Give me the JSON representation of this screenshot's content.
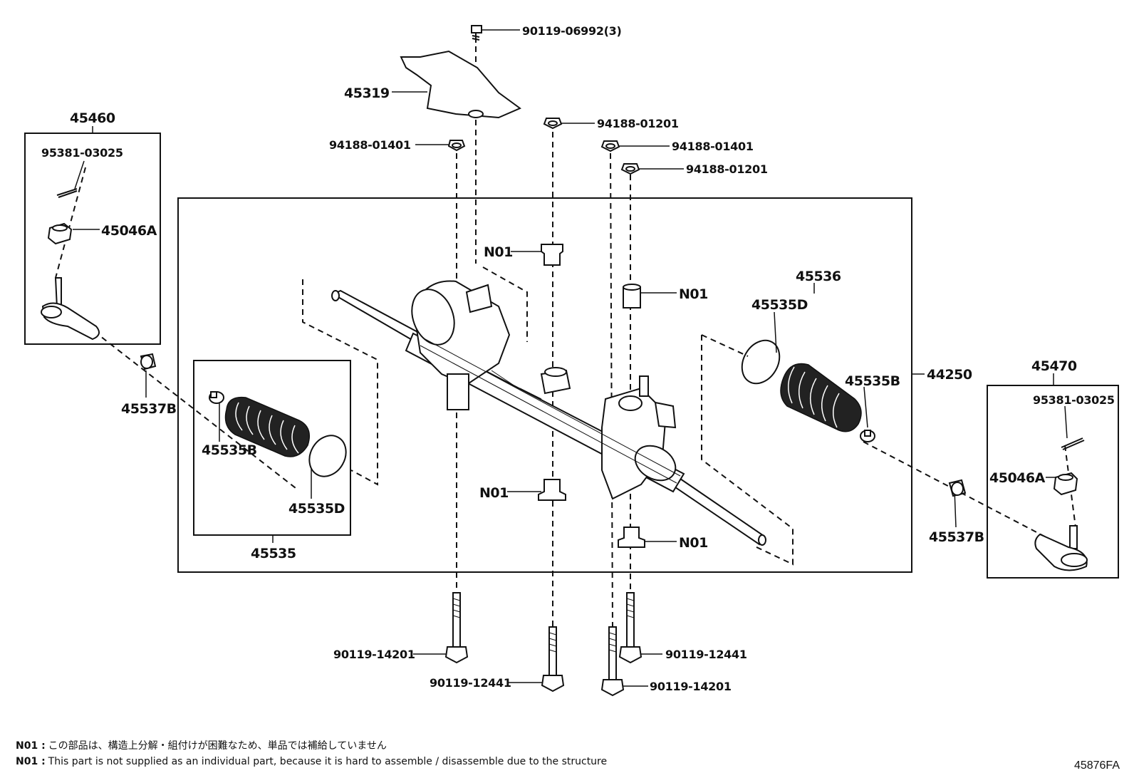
{
  "diagram": {
    "part_labels": {
      "bolt_top": "90119-06992(3)",
      "cover": "45319",
      "tie_end_left_assy": "45460",
      "cotter_pin_left": "95381-03025",
      "nut_left": "45046A",
      "washer_left_a": "94188-01401",
      "washer_mid_a": "94188-01201",
      "washer_mid_b": "94188-01401",
      "washer_mid_c": "94188-01201",
      "bushing_top_left": "N01",
      "bushing_top_right": "N01",
      "bushing_bottom_left": "N01",
      "bushing_bottom_right": "N01",
      "boot_assy_right": "45536",
      "clamp_right_d": "45535D",
      "clamp_right_b": "45535B",
      "gear_assy": "44250",
      "tie_end_right_assy": "45470",
      "cotter_pin_right": "95381-03025",
      "nut_right": "45046A",
      "lock_nut_left": "45537B",
      "lock_nut_right": "45537B",
      "clamp_left_b": "45535B",
      "clamp_left_d": "45535D",
      "boot_assy_left": "45535",
      "bolt_bottom_1": "90119-14201",
      "bolt_bottom_2": "90119-12441",
      "bolt_bottom_3": "90119-12441",
      "bolt_bottom_4": "90119-14201"
    }
  },
  "notes": [
    {
      "code": "N01 :",
      "text": "この部品は、構造上分解・組付けが困難なため、単品では補給していません"
    },
    {
      "code": "N01 :",
      "text": "This part is not supplied as an individual part, because it is hard to assemble / disassemble due to the structure"
    }
  ],
  "catalog_code": "45876FA"
}
